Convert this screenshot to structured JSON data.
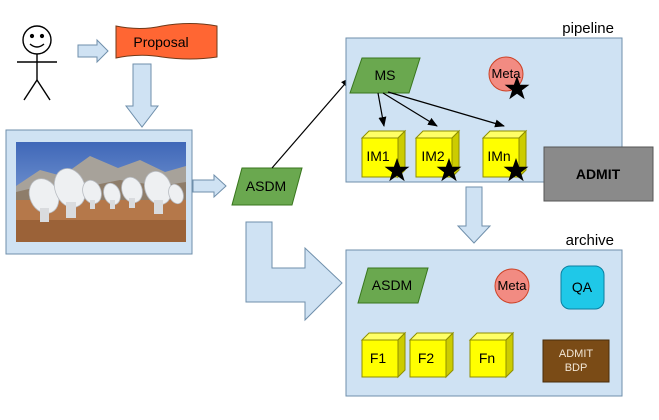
{
  "proposal": {
    "label": "Proposal"
  },
  "telescope": {
    "image": "antenna-array-photo"
  },
  "center_asdm": {
    "label": "ASDM"
  },
  "pipeline": {
    "title": "pipeline",
    "ms": "MS",
    "meta": "Meta",
    "products": [
      "IM1",
      "IM2",
      "IMn"
    ]
  },
  "admit": {
    "label": "ADMIT"
  },
  "archive": {
    "title": "archive",
    "asdm": "ASDM",
    "meta": "Meta",
    "qa": "QA",
    "files": [
      "F1",
      "F2",
      "Fn"
    ],
    "admit_bdp": [
      "ADMIT",
      "BDP"
    ]
  },
  "colors": {
    "panel_fill": "#cfe2f3",
    "panel_stroke": "#6f8fab",
    "parallelogram": "#6aa84f",
    "cube": "#ffff00",
    "meta": "#f28b82",
    "qa": "#1fc8e8",
    "admit_box": "#8a8a8a",
    "bdp": "#7a4b16",
    "proposal": "#ff6633",
    "flow_arrow": "#cfe2f3"
  }
}
